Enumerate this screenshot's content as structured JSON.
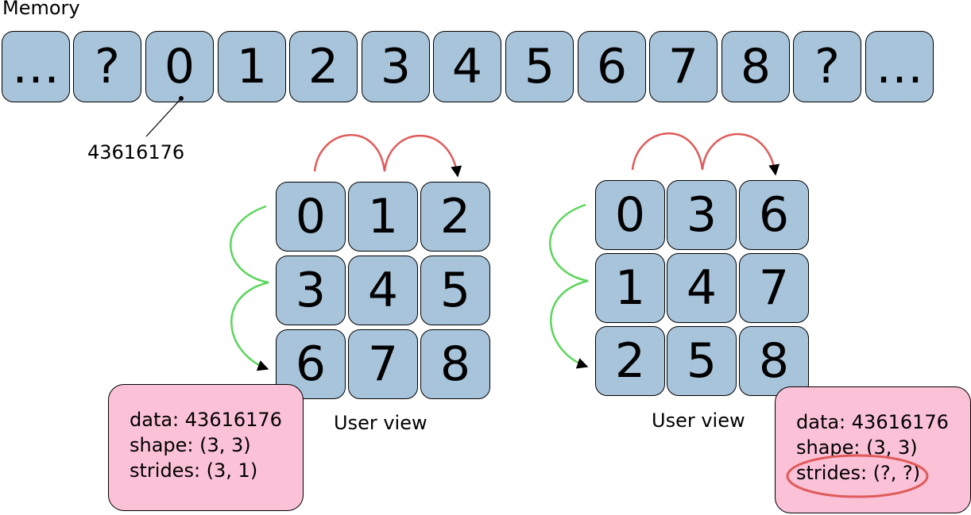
{
  "memory": {
    "title": "Memory",
    "cells": [
      "…",
      "?",
      "0",
      "1",
      "2",
      "3",
      "4",
      "5",
      "6",
      "7",
      "8",
      "?",
      "…"
    ],
    "address": "43616176"
  },
  "views": [
    {
      "cells": [
        "0",
        "1",
        "2",
        "3",
        "4",
        "5",
        "6",
        "7",
        "8"
      ],
      "caption": "User view",
      "info": {
        "data": "data: 43616176",
        "shape": "shape: (3, 3)",
        "strides": "strides: (3, 1)"
      }
    },
    {
      "cells": [
        "0",
        "3",
        "6",
        "1",
        "4",
        "7",
        "2",
        "5",
        "8"
      ],
      "caption": "User view",
      "info": {
        "data": "data: 43616176",
        "shape": "shape: (3, 3)",
        "strides": "strides: (?, ?)"
      }
    }
  ],
  "colors": {
    "cell_fill": "#a8c4da",
    "info_fill": "#fbc1d6",
    "row_arrow": "#e05a5a",
    "col_arrow": "#5cd65c",
    "highlight_ellipse": "#e05a5a"
  }
}
